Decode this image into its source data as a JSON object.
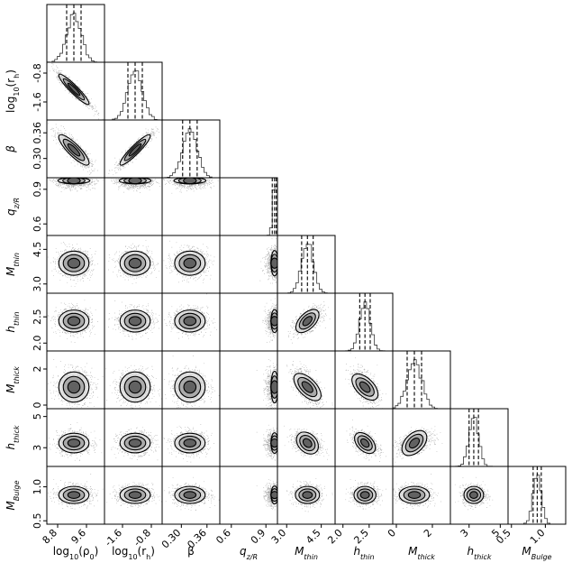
{
  "chart_data": {
    "type": "corner",
    "params": [
      {
        "key": "log_rho0",
        "label_main": "log",
        "label_sub": "10",
        "label_rest": "(ρ",
        "label_sub2": "0",
        "label_end": ")",
        "ticks": [
          "8.8",
          "9.6"
        ],
        "range": [
          8.5,
          10.1
        ],
        "center": 9.25,
        "spread": 0.2
      },
      {
        "key": "log_rh",
        "label_main": "log",
        "label_sub": "10",
        "label_rest": "(r",
        "label_sub2": "h",
        "label_end": ")",
        "ticks": [
          "-1.6",
          "-0.8"
        ],
        "range": [
          -2.1,
          -0.5
        ],
        "center": -1.25,
        "spread": 0.2
      },
      {
        "key": "beta",
        "label_main": "β",
        "label_sub": "",
        "label_rest": "",
        "label_sub2": "",
        "label_end": "",
        "ticks": [
          "0.30",
          "0.36"
        ],
        "range": [
          0.255,
          0.39
        ],
        "center": 0.32,
        "spread": 0.017
      },
      {
        "key": "q_zR",
        "label_main": "q",
        "label_sub": "z/R",
        "label_rest": "",
        "label_sub2": "",
        "label_end": "",
        "ticks": [
          "0.6",
          "0.9"
        ],
        "range": [
          0.5,
          1.0
        ],
        "center": 0.96,
        "spread": 0.02
      },
      {
        "key": "M_thin",
        "label_main": "M",
        "label_sub": "thin",
        "label_rest": "",
        "label_sub2": "",
        "label_end": "",
        "ticks": [
          "3.0",
          "4.5"
        ],
        "range": [
          2.6,
          5.1
        ],
        "center": 3.9,
        "spread": 0.25
      },
      {
        "key": "h_thin",
        "label_main": "h",
        "label_sub": "thin",
        "label_rest": "",
        "label_sub2": "",
        "label_end": "",
        "ticks": [
          "2.0",
          "2.5"
        ],
        "range": [
          1.85,
          2.95
        ],
        "center": 2.42,
        "spread": 0.1
      },
      {
        "key": "M_thick",
        "label_main": "M",
        "label_sub": "thick",
        "label_rest": "",
        "label_sub2": "",
        "label_end": "",
        "ticks": [
          "0",
          "2"
        ],
        "range": [
          -0.2,
          3.0
        ],
        "center": 1.0,
        "spread": 0.4
      },
      {
        "key": "h_thick",
        "label_main": "h",
        "label_sub": "thick",
        "label_rest": "",
        "label_sub2": "",
        "label_end": "",
        "ticks": [
          "3",
          "5"
        ],
        "range": [
          1.8,
          5.5
        ],
        "center": 3.3,
        "spread": 0.3
      },
      {
        "key": "M_Bulge",
        "label_main": "M",
        "label_sub": "Bulge",
        "label_rest": "",
        "label_sub2": "",
        "label_end": "",
        "ticks": [
          "0.5",
          "1.0"
        ],
        "range": [
          0.45,
          1.3
        ],
        "center": 0.88,
        "spread": 0.06
      }
    ],
    "row_ticks": {
      "1": [
        "-0.8",
        "-1.6"
      ],
      "2": [
        "0.36",
        "0.30"
      ],
      "3": [
        "0.9",
        "0.6"
      ],
      "4": [
        "4.5",
        "3.0"
      ],
      "5": [
        "2.5",
        "2.0"
      ],
      "6": [
        "2",
        "0"
      ],
      "7": [
        "5",
        "3"
      ],
      "8": [
        "1.0",
        "0.5"
      ]
    },
    "row_tick_values": {
      "1": [
        -0.8,
        -1.6
      ],
      "2": [
        0.36,
        0.3
      ],
      "3": [
        0.9,
        0.6
      ],
      "4": [
        4.5,
        3.0
      ],
      "5": [
        2.5,
        2.0
      ],
      "6": [
        2,
        0
      ],
      "7": [
        5,
        3
      ],
      "8": [
        1.0,
        0.5
      ]
    },
    "col_tick_values": [
      [
        8.8,
        9.6
      ],
      [
        -1.6,
        -0.8
      ],
      [
        0.3,
        0.36
      ],
      [
        0.6,
        0.9
      ],
      [
        3.0,
        4.5
      ],
      [
        2.0,
        2.5
      ],
      [
        0,
        2
      ],
      [
        3,
        5
      ],
      [
        0.5,
        1.0
      ]
    ],
    "correlations": {
      "1-0": -0.93,
      "2-0": -0.85,
      "2-1": 0.92,
      "4-3": 0.3,
      "5-4": 0.55,
      "6-4": -0.6,
      "6-5": -0.55,
      "7-4": -0.3,
      "7-5": -0.45,
      "7-6": 0.45
    },
    "quantile_lines": "dashed 16/50/84 percentiles on 1D histograms",
    "grid": false
  }
}
